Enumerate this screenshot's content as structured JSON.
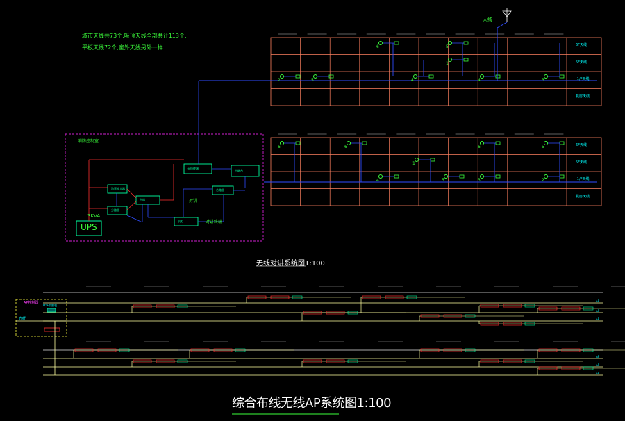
{
  "notes": {
    "line1": "城市天线共73个,吸顶天线全部共计113个,",
    "line2": "平板天线72个,室外天线另外一样"
  },
  "antenna_tag": "天线",
  "panels": {
    "top": {
      "row_labels": [
        "6F天线",
        "5F天线",
        "-1/F天线",
        "机房天线"
      ],
      "numbers_row1": [
        "6",
        "5"
      ],
      "numbers_row2": [
        "1"
      ],
      "numbers_row3": [
        "2",
        "5",
        "4",
        "4",
        "3"
      ]
    },
    "bottom": {
      "row_labels": [
        "6F天线",
        "5F天线",
        "-1/F天线",
        "机房天线"
      ],
      "numbers_row1": [
        "6",
        "6",
        "6",
        "5"
      ],
      "numbers_row2": [
        "1"
      ],
      "numbers_row3": [
        "4",
        "5",
        "3",
        "2"
      ]
    }
  },
  "control_room": {
    "title": "消防控制室",
    "ups_label": "UPS",
    "ups_spec": "3KVA",
    "boxes": [
      "天线终端",
      "中继台",
      "功率放大器",
      "主机",
      "分路器",
      "合路器",
      "机柜"
    ],
    "side_text": [
      "对讲",
      "对讲终端"
    ]
  },
  "titles": {
    "radio_system": "无线对讲系统图1:100",
    "wifi_system": "综合布线无线AP系统图1:100"
  },
  "wifi": {
    "rack_label": "AP控制器",
    "rack_items": [
      "POE交换机",
      "光纤"
    ],
    "row_end_label": "AP"
  },
  "colors": {
    "background": "#000000",
    "grid": "#ff8060",
    "cable": "#2f4cff",
    "device": "#3cff3c",
    "border": "#d020d0",
    "feeder": "#ff3030",
    "box": "#00ffa0",
    "wifi_line": "#ffffa0",
    "label": "#00ffff"
  }
}
